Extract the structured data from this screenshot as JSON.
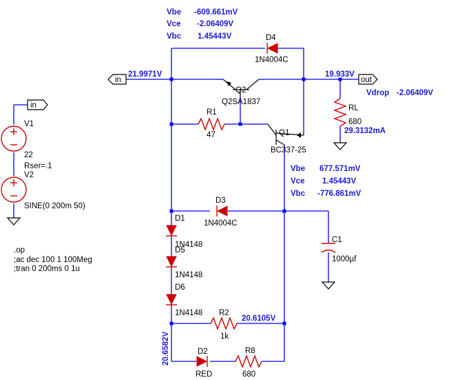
{
  "q2_op": {
    "vbe_label": "Vbe",
    "vbe": "-609.661mV",
    "vce_label": "Vce",
    "vce": "-2.06409V",
    "vbc_label": "Vbc",
    "vbc": "1.45443V"
  },
  "q1_op": {
    "vbe_label": "Vbe",
    "vbe": "677.571mV",
    "vce_label": "Vce",
    "vce": "1.45443V",
    "vbc_label": "Vbc",
    "vbc": "-776.861mV"
  },
  "nets": {
    "in": "in",
    "out": "out",
    "v_in": "21.9971V",
    "v_out": "19.933V",
    "vdrop_label": "Vdrop",
    "vdrop": "-2.06409V",
    "i_rl": "29.3132mA",
    "v_r2": "20.6105V",
    "v_left": "20.6582V"
  },
  "components": {
    "d4": {
      "name": "D4",
      "value": "1N4004C"
    },
    "q2": {
      "name": "Q2",
      "value": "Q2SA1837"
    },
    "r1": {
      "name": "R1",
      "value": "47"
    },
    "q1": {
      "name": "Q1",
      "value": "BC337-25"
    },
    "rl": {
      "name": "RL",
      "value": "680"
    },
    "d3": {
      "name": "D3",
      "value": "1N4004C"
    },
    "d1": {
      "name": "D1",
      "value": "1N4148"
    },
    "d5": {
      "name": "D5",
      "value": "1N4148"
    },
    "d6": {
      "name": "D6",
      "value": "1N4148"
    },
    "c1": {
      "name": "C1",
      "value": "1000µf"
    },
    "r2": {
      "name": "R2",
      "value": "1k"
    },
    "d2": {
      "name": "D2",
      "value": "RED"
    },
    "r8": {
      "name": "R8",
      "value": "680"
    },
    "v1": {
      "name": "V1",
      "value": "22",
      "extra": "Rser=.1"
    },
    "v2": {
      "name": "V2",
      "value": "SINE(0 200m 50)"
    }
  },
  "directives": [
    ".op",
    ";ac dec 100 1 100Meg",
    ";tran 0 200ms 0 1u"
  ]
}
